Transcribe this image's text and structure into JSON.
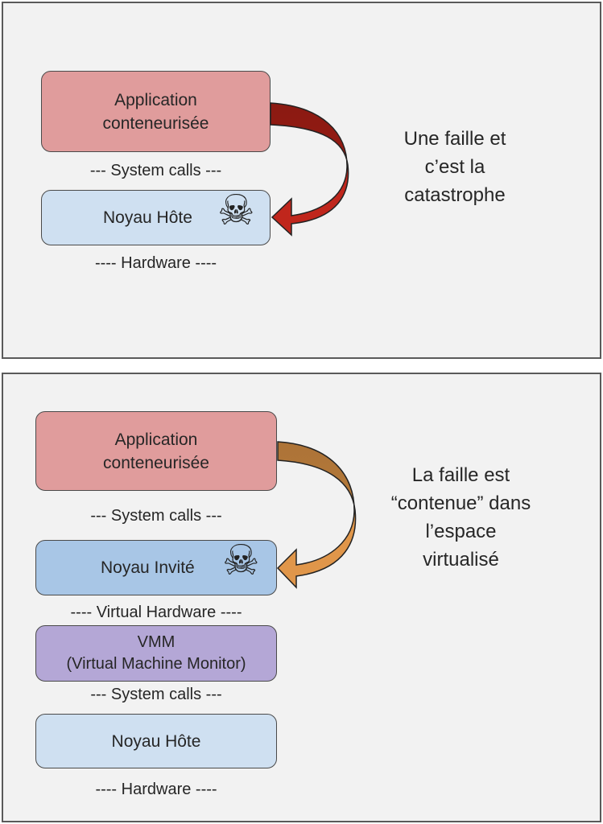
{
  "panels": [
    {
      "caption": [
        "Une faille et",
        "c’est la",
        "catastrophe"
      ],
      "boxes": {
        "app": [
          "Application",
          "conteneurisée"
        ],
        "host_kernel": "Noyau Hôte"
      },
      "layers": {
        "syscalls": "--- System calls ---",
        "hardware": "---- Hardware ----"
      },
      "icons": {
        "compromised": "skull-crossbones-icon"
      },
      "arrow": {
        "from": "app",
        "to": "host_kernel",
        "colors": [
          "#8b1a12",
          "#c0261c"
        ]
      }
    },
    {
      "caption": [
        "La faille est",
        "“contenue” dans",
        "l’espace",
        "virtualisé"
      ],
      "boxes": {
        "app": [
          "Application",
          "conteneurisée"
        ],
        "guest_kernel": "Noyau Invité",
        "vmm": [
          "VMM",
          "(Virtual Machine Monitor)"
        ],
        "host_kernel": "Noyau Hôte"
      },
      "layers": {
        "syscalls_1": "--- System calls ---",
        "virtual_hardware": "---- Virtual Hardware ----",
        "syscalls_2": "--- System calls ---",
        "hardware": "---- Hardware ----"
      },
      "icons": {
        "compromised": "skull-crossbones-icon"
      },
      "arrow": {
        "from": "app",
        "to": "guest_kernel",
        "colors": [
          "#ad7337",
          "#e0964a"
        ]
      }
    }
  ],
  "skull_glyph": "☠"
}
